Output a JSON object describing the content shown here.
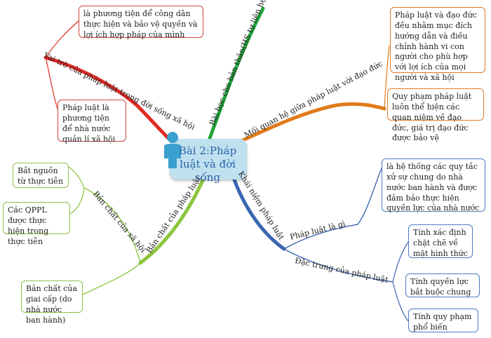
{
  "center": {
    "title": "Bài 2:Pháp luật và đời sống"
  },
  "branches": {
    "vai_tro": {
      "label": "Vai trò của pháp luật trong đời sống xã hội",
      "color": "#e02a22",
      "items": [
        "là phương tiện để công dân thực hiện và bảo vệ quyền và lợi ích hợp pháp của mình",
        "Pháp luật là phương tiện để nhà nước quản lí xã hội"
      ]
    },
    "bai_hoc": {
      "label": "Bài học cho bản thân(HS tự liên hệ)",
      "color": "#22a53a"
    },
    "moi_quan_he": {
      "label": "Mối quan hệ giữa pháp luật với đạo đức",
      "color": "#e07a1a",
      "items": [
        "Pháp luật và đạo đức đều nhằm mục đích hướng dẫn và điều chỉnh hành vi con người cho phù hợp với lợi ích của mọi người và xã hội",
        "Quy phạm pháp luật luôn thể hiện các quan niệm về đạo đức, giá trị đạo đức được bảo vệ"
      ]
    },
    "khai_niem": {
      "label": "Khái niệm pháp luật",
      "color": "#3a66b0",
      "sub": {
        "la_gi": {
          "label": "Pháp luật là gì",
          "item": "là hệ thống các quy tắc xử sự chung do nhà nước ban hành và được đảm bảo thực hiện quyền lực của nhà nước"
        },
        "dac_trung": {
          "label": "Đặc trưng của pháp luật",
          "items": [
            "Tính xác định chặt chẽ về mặt hình thức",
            "Tính quyền lực bắt buộc chung",
            "Tính quy phạm phổ biến"
          ]
        }
      }
    },
    "ban_chat": {
      "label": "Bản chất của pháp luật",
      "color": "#8cc63e",
      "sub": {
        "xa_hoi": {
          "label": "Bản chất của xã hội",
          "items": [
            "Bắt nguồn từ thực tiễn",
            "Các QPPL được thực hiện trong thực tiễn"
          ]
        },
        "giai_cap": "Bản chất của giai cấp (do nhà nước ban hành)"
      }
    }
  }
}
